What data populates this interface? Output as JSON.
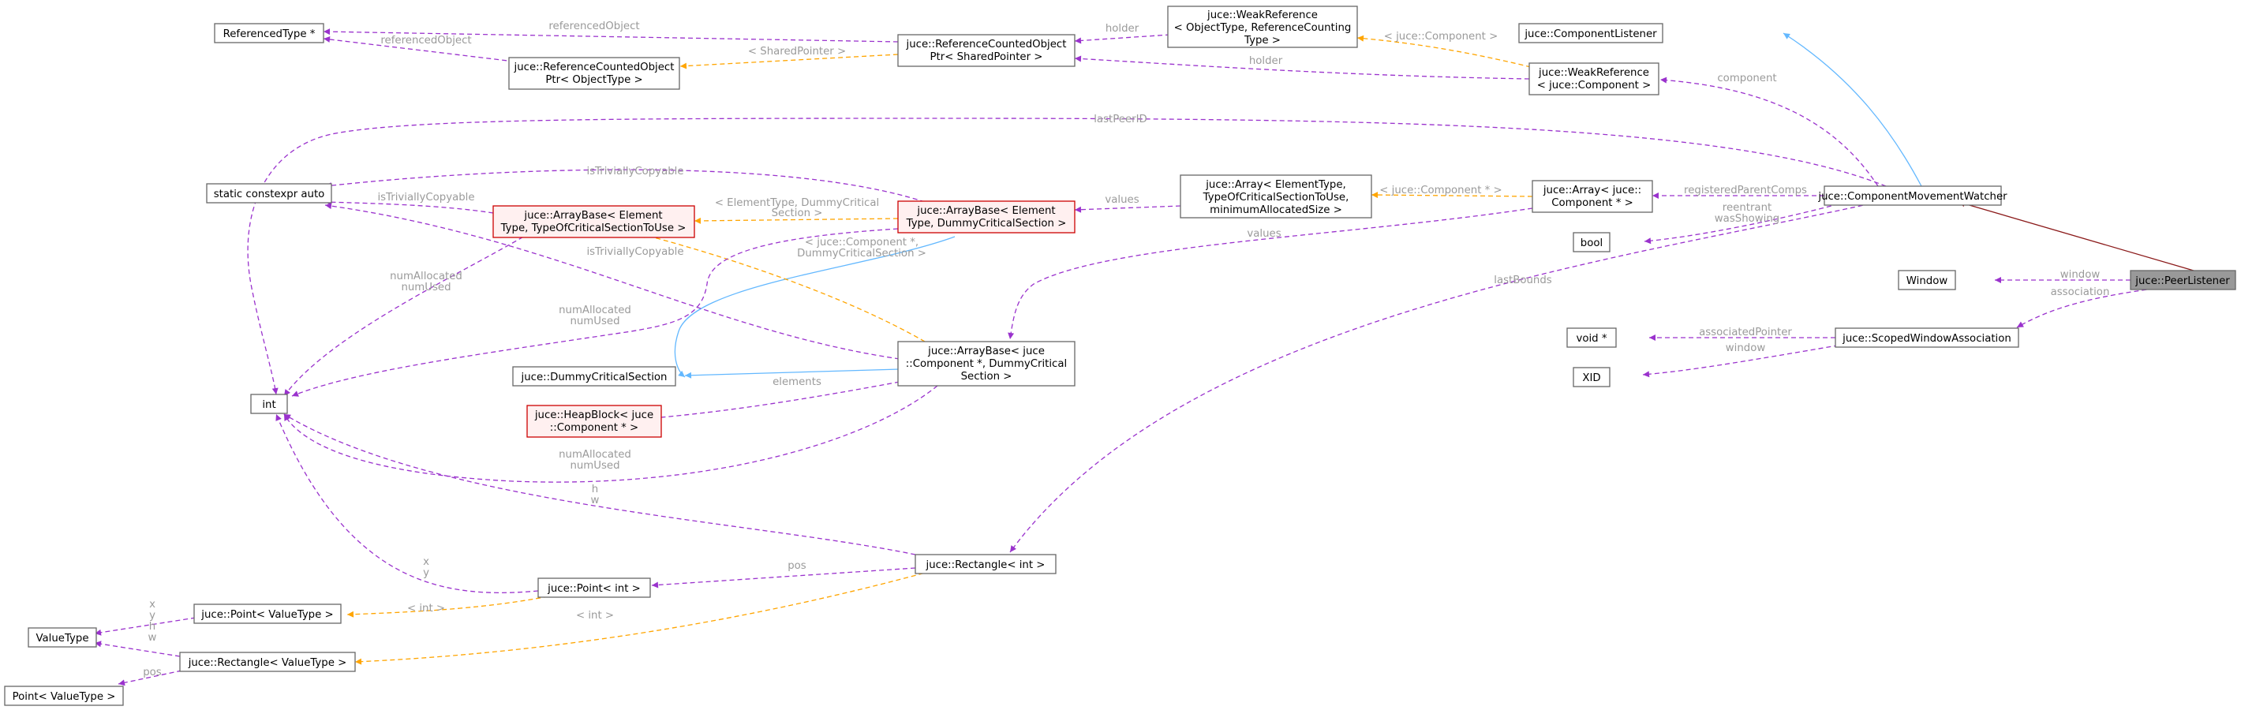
{
  "nodes": {
    "peer_listener": "juce::PeerListener",
    "component_movement_watcher": "juce::ComponentMovementWatcher",
    "component_listener": "juce::ComponentListener",
    "weak_reference_component": [
      "juce::WeakReference",
      "< juce::Component >"
    ],
    "weak_reference_template": [
      "juce::WeakReference",
      "< ObjectType, ReferenceCounting",
      "Type >"
    ],
    "rc_object_ptr_shared": [
      "juce::ReferenceCountedObject",
      "Ptr< SharedPointer >"
    ],
    "rc_object_ptr_objtype": [
      "juce::ReferenceCountedObject",
      "Ptr< ObjectType >"
    ],
    "referenced_type": "ReferencedType *",
    "static_constexpr_auto": "static constexpr auto",
    "array_base_template": [
      "juce::ArrayBase< Element",
      "Type, TypeOfCriticalSectionToUse >"
    ],
    "array_base_dummy": [
      "juce::ArrayBase< Element",
      "Type, DummyCriticalSection >"
    ],
    "array_template": [
      "juce::Array< ElementType,",
      "TypeOfCriticalSectionToUse,",
      "minimumAllocatedSize >"
    ],
    "array_component": [
      "juce::Array< juce::",
      "Component * >"
    ],
    "bool": "bool",
    "window": "Window",
    "scoped_window_association": "juce::ScopedWindowAssociation",
    "void_ptr": "void *",
    "xid": "XID",
    "int": "int",
    "dummy_critical_section": "juce::DummyCriticalSection",
    "array_base_component": [
      "juce::ArrayBase< juce",
      "::Component *, DummyCritical",
      "Section >"
    ],
    "heap_block": [
      "juce::HeapBlock< juce",
      "::Component * >"
    ],
    "rectangle_int": "juce::Rectangle< int >",
    "point_int": "juce::Point< int >",
    "point_valuetype": "juce::Point< ValueType >",
    "value_type": "ValueType",
    "rectangle_valuetype": "juce::Rectangle< ValueType >",
    "point_valuetype_plain": "Point< ValueType >"
  },
  "edge_labels": {
    "referenced_object_1": "referencedObject",
    "referenced_object_2": "referencedObject",
    "holder_1": "holder",
    "holder_2": "holder",
    "shared_pointer": "< SharedPointer >",
    "juce_component_weak": "< juce::Component >",
    "component": "component",
    "last_peer_id": "lastPeerID",
    "is_trivially_copyable_1": "isTriviallyCopyable",
    "is_trivially_copyable_2": "isTriviallyCopyable",
    "is_trivially_copyable_3": "isTriviallyCopyable",
    "element_type_dummy": [
      "< ElementType, DummyCritical",
      "Section >"
    ],
    "values_1": "values",
    "values_2": "values",
    "juce_component_ptr": "< juce::Component * >",
    "registered_parent_comps": "registeredParentComps",
    "reentrant_was_showing": [
      "reentrant",
      "wasShowing"
    ],
    "juce_component_dummy": [
      "< juce::Component *,",
      "DummyCriticalSection >"
    ],
    "num_allocated_1": [
      "numAllocated",
      "numUsed"
    ],
    "num_allocated_2": [
      "numAllocated",
      "numUsed"
    ],
    "num_allocated_3": [
      "numAllocated",
      "numUsed"
    ],
    "window": "window",
    "association": "association",
    "associated_pointer": "associatedPointer",
    "window_xid": "window",
    "last_bounds": "lastBounds",
    "elements": "elements",
    "h_w": [
      "h",
      "w"
    ],
    "x_y_point": [
      "x",
      "y"
    ],
    "pos_1": "pos",
    "int_tpl_1": "< int >",
    "int_tpl_2": "< int >",
    "xyhw": [
      "x",
      "y",
      "h",
      "w"
    ],
    "pos_2": "pos"
  }
}
